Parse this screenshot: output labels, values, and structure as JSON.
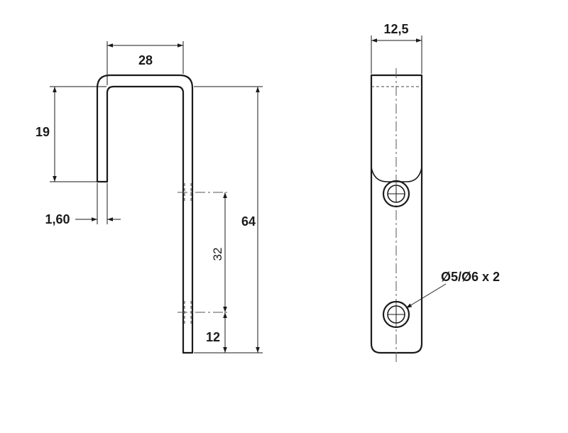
{
  "side_view": {
    "dim_width": "28",
    "dim_short_leg": "19",
    "dim_thickness": "1,60",
    "dim_hole_spacing": "32",
    "dim_bottom_hole": "12",
    "dim_total_height": "64"
  },
  "front_view": {
    "dim_width": "12,5",
    "hole_callout": "Ø5/Ø6 x 2"
  },
  "colors": {
    "line": "#1a1a1a",
    "background": "#ffffff"
  }
}
